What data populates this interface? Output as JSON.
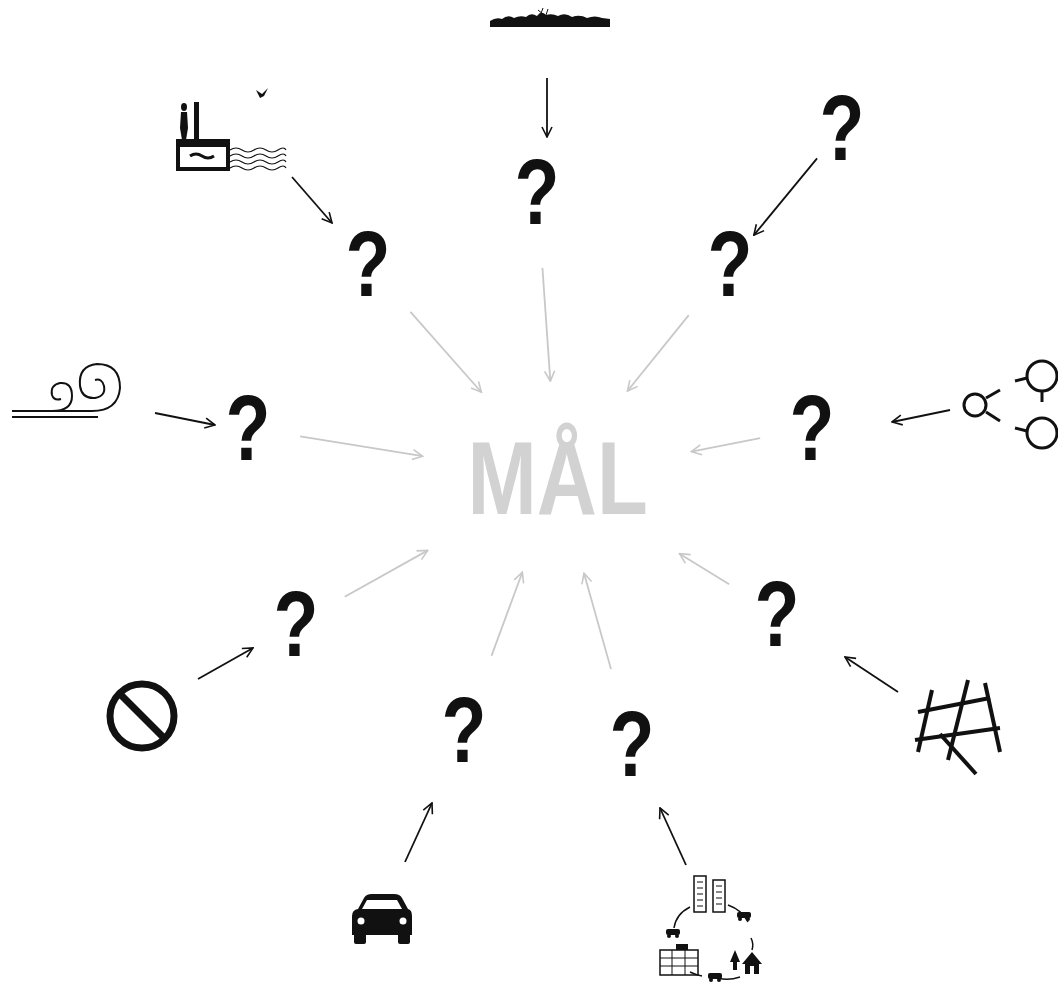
{
  "diagram": {
    "nodes": [
      {
        "text": [
          "?"
        ]
      },
      {
        "text": [
          "?"
        ]
      },
      {
        "text": [
          "?"
        ]
      },
      {
        "text": [
          "?"
        ]
      },
      {
        "text": [
          "?"
        ]
      },
      {
        "text": [
          "?"
        ]
      },
      {
        "text": [
          "MÅL"
        ]
      },
      {
        "text": [
          "?"
        ]
      },
      {
        "text": [
          "?"
        ]
      },
      {
        "text": [
          "?"
        ]
      },
      {
        "text": [
          "?"
        ]
      }
    ],
    "edges": [
      {
        "from": 0,
        "to": 3,
        "arrow": "to"
      },
      {
        "from": 1,
        "to": 6,
        "arrow": "to"
      },
      {
        "from": 2,
        "to": 6,
        "arrow": "to"
      },
      {
        "from": 3,
        "to": 6,
        "arrow": "to"
      },
      {
        "from": 4,
        "to": 6,
        "arrow": "to"
      },
      {
        "from": 5,
        "to": 6,
        "arrow": "to"
      },
      {
        "from": 7,
        "to": 6,
        "arrow": "to"
      },
      {
        "from": 8,
        "to": 6,
        "arrow": "to"
      },
      {
        "from": 9,
        "to": 6,
        "arrow": "to"
      },
      {
        "from": 10,
        "to": 6,
        "arrow": "to"
      }
    ]
  }
}
